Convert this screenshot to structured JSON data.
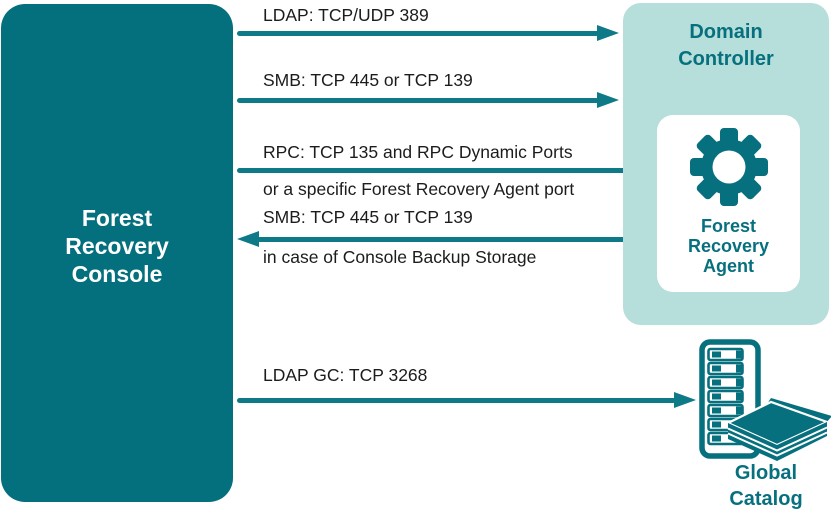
{
  "console": {
    "title": "Forest Recovery Console"
  },
  "domain_controller": {
    "title": "Domain Controller"
  },
  "agent": {
    "title": "Forest Recovery Agent",
    "icon": "gear-icon"
  },
  "global_catalog": {
    "title": "Global Catalog",
    "icon": "server-book-icon"
  },
  "flows": [
    {
      "label": "LDAP: TCP/UDP 389",
      "sublabel": "",
      "direction": "right"
    },
    {
      "label": "SMB: TCP 445 or TCP 139",
      "sublabel": "",
      "direction": "right"
    },
    {
      "label": "RPC: TCP 135 and RPC Dynamic Ports",
      "sublabel": "or a specific Forest Recovery Agent port",
      "direction": "right"
    },
    {
      "label": "SMB: TCP 445 or TCP 139",
      "sublabel": "in case of Console Backup Storage",
      "direction": "left"
    },
    {
      "label": "LDAP GC: TCP 3268",
      "sublabel": "",
      "direction": "right"
    }
  ],
  "colors": {
    "teal_dark": "#04707E",
    "teal_arrow": "#0F7A87",
    "teal_light": "#B6DEDB",
    "teal_text": "#07707E",
    "label_text": "#1C1C1C",
    "white": "#FFFFFF"
  }
}
